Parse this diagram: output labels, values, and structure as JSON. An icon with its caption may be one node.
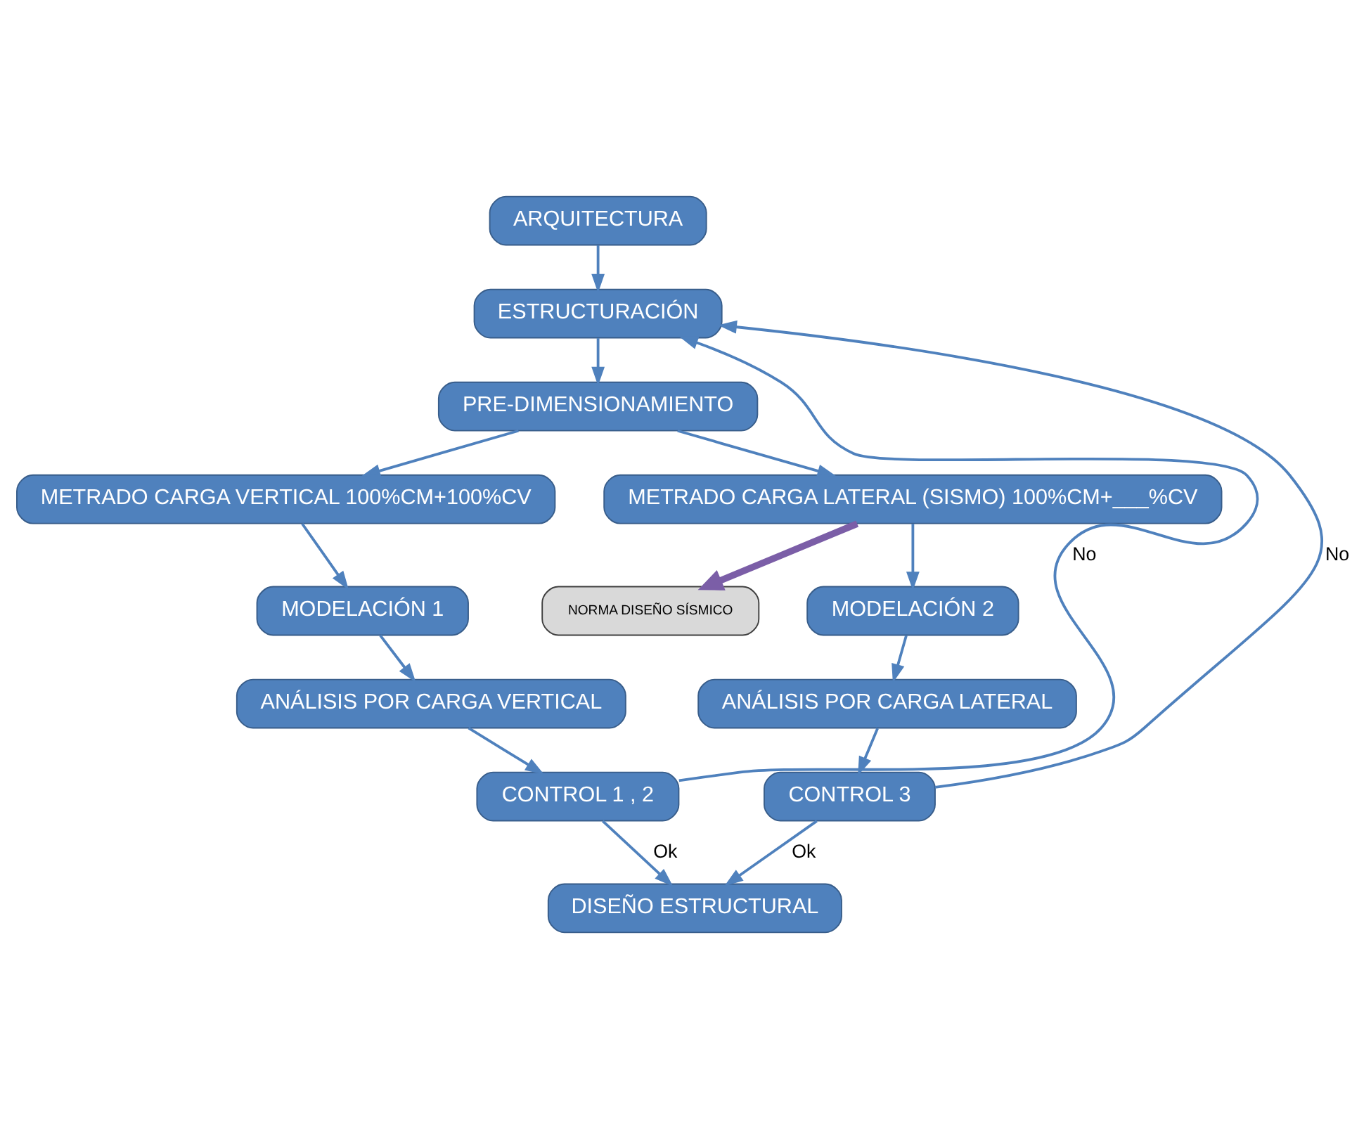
{
  "diagram": {
    "nodes": [
      {
        "text": [
          "ARQUITECTURA"
        ]
      },
      {
        "text": [
          "ESTRUCTURACIÓN"
        ]
      },
      {
        "text": [
          "PRE-DIMENSIONAMIENTO"
        ]
      },
      {
        "text": [
          "METRADO CARGA VERTICAL 100%CM+100%CV"
        ]
      },
      {
        "text": [
          "METRADO CARGA LATERAL (SISMO) 100%CM+___%CV"
        ]
      },
      {
        "text": [
          "NORMA DISEÑO SÍSMICO"
        ]
      },
      {
        "text": [
          "MODELACIÓN 1"
        ]
      },
      {
        "text": [
          "MODELACIÓN 2"
        ]
      },
      {
        "text": [
          "ANÁLISIS POR CARGA VERTICAL"
        ]
      },
      {
        "text": [
          "ANÁLISIS POR CARGA LATERAL"
        ]
      },
      {
        "text": [
          "CONTROL 1 , 2"
        ]
      },
      {
        "text": [
          "CONTROL 3"
        ]
      },
      {
        "text": [
          "DISEÑO ESTRUCTURAL"
        ]
      }
    ],
    "edges": [
      {
        "from": 0,
        "to": 1,
        "arrow": "to"
      },
      {
        "from": 1,
        "to": 2,
        "arrow": "to"
      },
      {
        "from": 2,
        "to": 3,
        "arrow": "to"
      },
      {
        "from": 2,
        "to": 4,
        "arrow": "to"
      },
      {
        "from": 4,
        "to": 5,
        "arrow": "to",
        "style": "thick",
        "color": "#7b5ea7"
      },
      {
        "from": 3,
        "to": 6,
        "arrow": "to"
      },
      {
        "from": 4,
        "to": 7,
        "arrow": "to"
      },
      {
        "from": 6,
        "to": 8,
        "arrow": "to"
      },
      {
        "from": 7,
        "to": 9,
        "arrow": "to"
      },
      {
        "from": 8,
        "to": 10,
        "arrow": "to"
      },
      {
        "from": 9,
        "to": 11,
        "arrow": "to"
      },
      {
        "from": 10,
        "to": 12,
        "label": "Ok",
        "arrow": "to"
      },
      {
        "from": 11,
        "to": 12,
        "label": "Ok",
        "arrow": "to"
      },
      {
        "from": 10,
        "to": 1,
        "label": "No",
        "arrow": "to"
      },
      {
        "from": 11,
        "to": 1,
        "label": "No",
        "arrow": "to"
      }
    ]
  }
}
